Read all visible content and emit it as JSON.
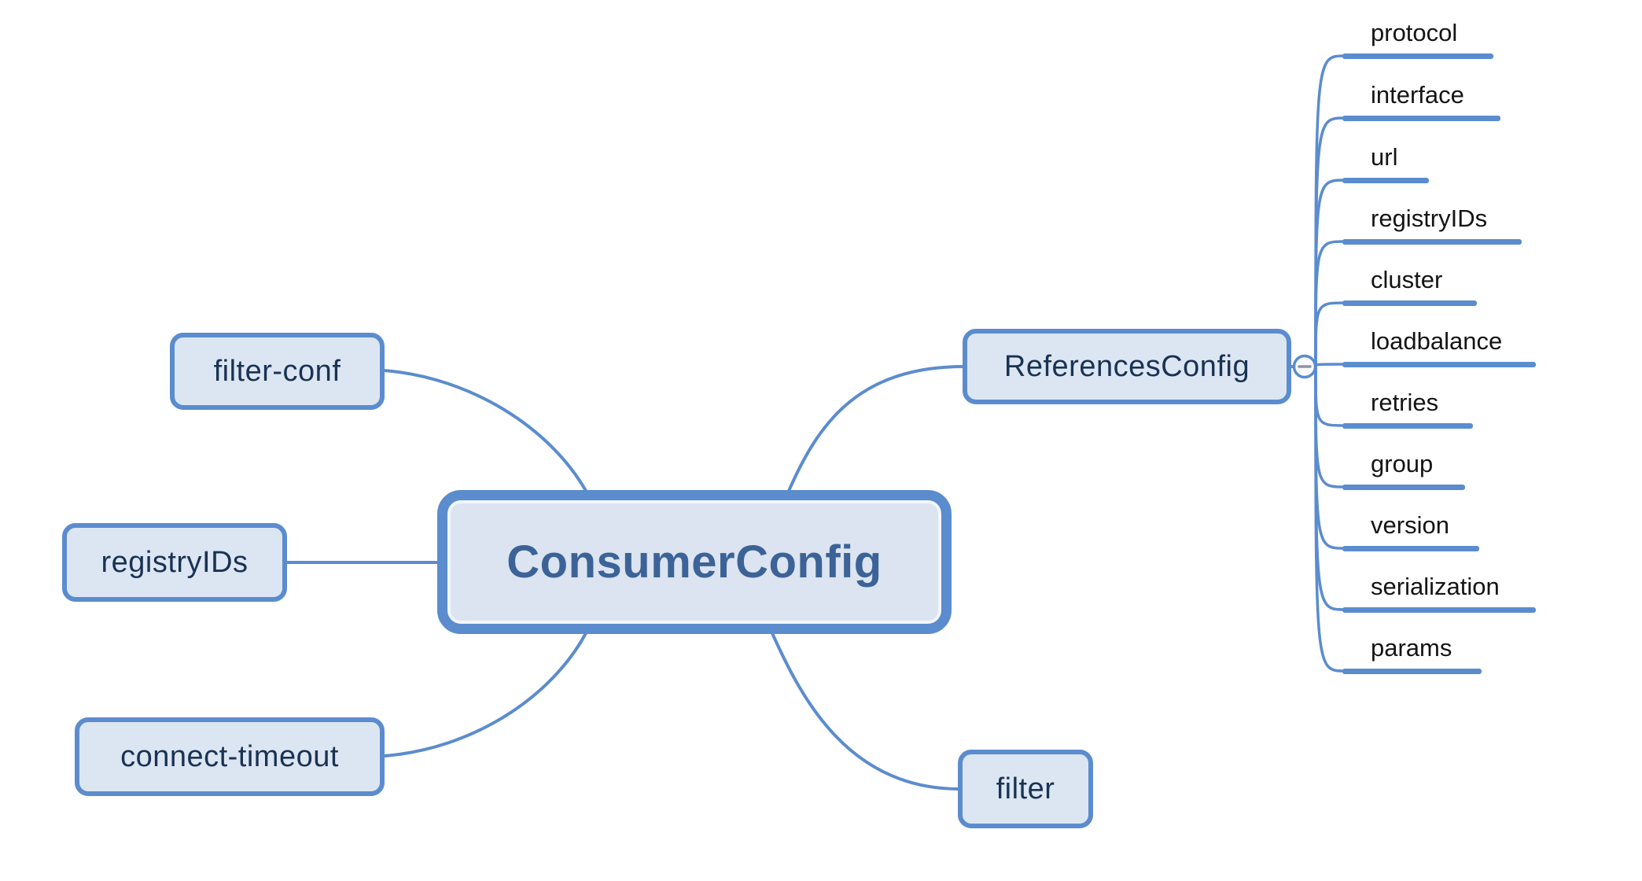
{
  "diagram_type": "mindmap",
  "nodes": {
    "root": "ConsumerConfig",
    "filter_conf": "filter-conf",
    "registry_ids": "registryIDs",
    "connect_timeout": "connect-timeout",
    "filter": "filter",
    "references_config": "ReferencesConfig"
  },
  "references_children": [
    "protocol",
    "interface",
    "url",
    "registryIDs",
    "cluster",
    "loadbalance",
    "retries",
    "group",
    "version",
    "serialization",
    "params"
  ],
  "collapse_icon": {
    "state": "expanded",
    "symbol": "−"
  },
  "colors": {
    "line": "#5b8cce",
    "node_border": "#5b8cce",
    "node_fill": "#dce6f3",
    "root_fill": "#dbe4f0",
    "node_text": "#1a3253",
    "root_text": "#3c6397",
    "leaf_text": "#141414",
    "minus_glyph": "#8b95a6",
    "background": "#ffffff"
  }
}
